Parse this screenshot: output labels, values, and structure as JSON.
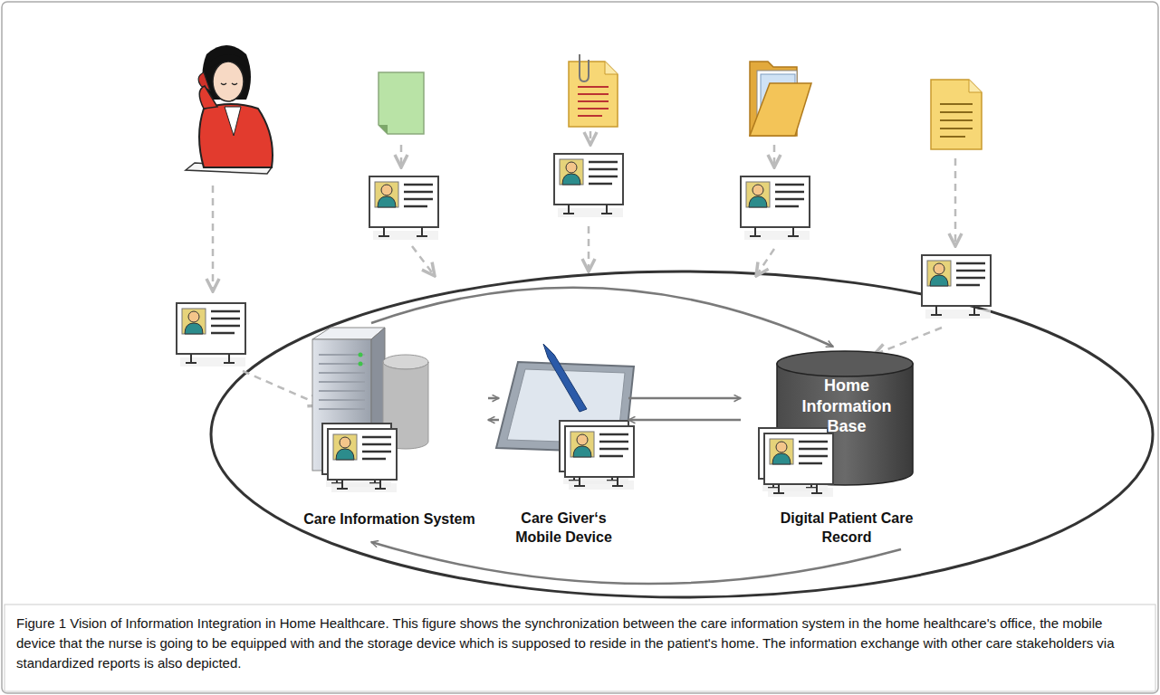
{
  "diagram": {
    "caption": "Figure 1 Vision of Information Integration in Home Healthcare. This figure shows the synchronization between the care information system in the home healthcare's office, the mobile device that the nurse is going to be equipped with and the storage device which is supposed to reside in the patient's home. The information exchange with other care stakeholders via standardized reports is also depicted.",
    "nodes": [
      {
        "text": [
          "Care Information System"
        ]
      },
      {
        "text": [
          "Care Giver‘s Mobile Device"
        ]
      },
      {
        "text": [
          "Home Information Base",
          "Digital Patient Care Record"
        ]
      }
    ],
    "edges": [
      {
        "from": 0,
        "to": 1,
        "arrow": "both"
      },
      {
        "from": 1,
        "to": 2,
        "arrow": "both"
      },
      {
        "from": 0,
        "to": 2,
        "arrow": "to"
      },
      {
        "from": 2,
        "to": 0,
        "arrow": "to"
      }
    ]
  }
}
